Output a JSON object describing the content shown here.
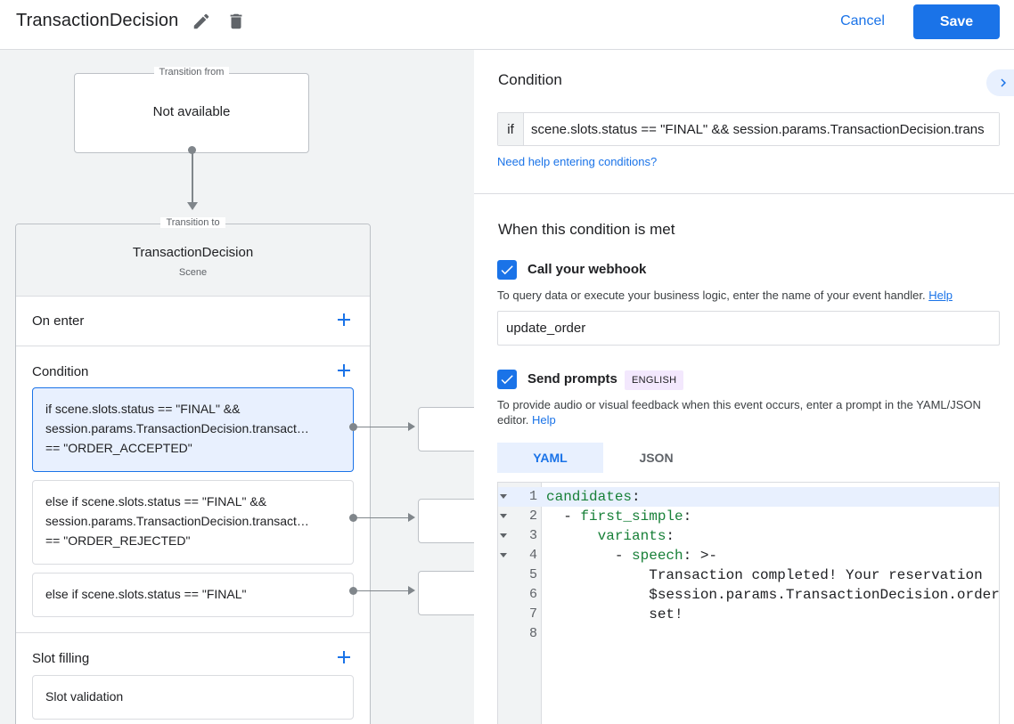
{
  "header": {
    "title": "TransactionDecision",
    "cancel_label": "Cancel",
    "save_label": "Save"
  },
  "canvas": {
    "from_caption": "Transition from",
    "from_value": "Not available",
    "to_caption": "Transition to",
    "scene_name": "TransactionDecision",
    "scene_type": "Scene",
    "on_enter_label": "On enter",
    "condition_label": "Condition",
    "conditions": [
      {
        "line1": "if scene.slots.status == \"FINAL\" &&",
        "line2": "session.params.TransactionDecision.transact…",
        "line3": "== \"ORDER_ACCEPTED\""
      },
      {
        "line1": "else if scene.slots.status == \"FINAL\" &&",
        "line2": "session.params.TransactionDecision.transact…",
        "line3": "== \"ORDER_REJECTED\""
      },
      {
        "line1": "else if scene.slots.status == \"FINAL\""
      }
    ],
    "slot_filling_label": "Slot filling",
    "slot_validation_label": "Slot validation"
  },
  "panel": {
    "condition_heading": "Condition",
    "if_label": "if",
    "if_value": "scene.slots.status == \"FINAL\" && session.params.TransactionDecision.trans",
    "help_link": "Need help entering conditions?",
    "met_heading": "When this condition is met",
    "webhook": {
      "label": "Call your webhook",
      "checked": true,
      "desc": "To query data or execute your business logic, enter the name of your event handler.",
      "help": "Help",
      "value": "update_order"
    },
    "prompts": {
      "label": "Send prompts",
      "checked": true,
      "badge": "ENGLISH",
      "desc": "To provide audio or visual feedback when this event occurs, enter a prompt in the YAML/JSON editor.",
      "help": "Help"
    },
    "tabs": [
      {
        "label": "YAML",
        "active": true
      },
      {
        "label": "JSON",
        "active": false
      }
    ],
    "editor": {
      "line_numbers": [
        "1",
        "2",
        "3",
        "4",
        "5",
        "6",
        "7",
        "8"
      ],
      "lines": {
        "l1_key": "candidates",
        "l1_punct": ":",
        "l2_dash": "  - ",
        "l2_key": "first_simple",
        "l2_punct": ":",
        "l3_indent": "      ",
        "l3_key": "variants",
        "l3_punct": ":",
        "l4_dash": "        - ",
        "l4_key": "speech",
        "l4_punct": ": >-",
        "l5": "            Transaction completed! Your reservation",
        "l6": "            $session.params.TransactionDecision.order.m",
        "l7": "            set!"
      }
    }
  },
  "colors": {
    "accent": "#1a73e8",
    "canvas_bg": "#f1f3f4",
    "active_condition_bg": "#e8f0fe",
    "badge_bg": "#f3e8fd",
    "yaml_key": "#188038"
  },
  "icons": {
    "edit": "pencil-icon",
    "delete": "trash-icon",
    "collapse": "chevron-right-icon",
    "check": "check-icon",
    "add": "plus-icon",
    "fold": "caret-down-icon"
  }
}
